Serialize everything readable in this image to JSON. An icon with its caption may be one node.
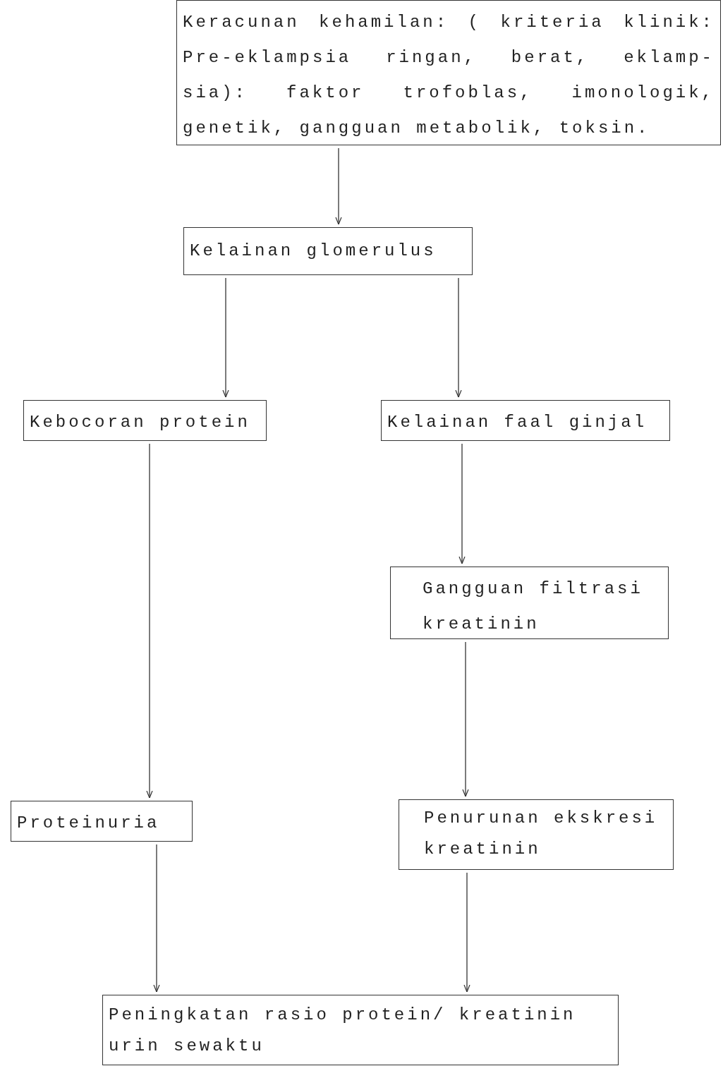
{
  "diagram": {
    "nodes": [
      {
        "text": [
          "Keracunan kehamilan: ( kriteria klinik: Pre-eklampsia ringan, berat, eklamp- sia): faktor trofoblas, imonologik, genetik, gangguan metabolik, toksin."
        ]
      },
      {
        "text": [
          "Kelainan glomerulus"
        ]
      },
      {
        "text": [
          "Kebocoran protein"
        ]
      },
      {
        "text": [
          "Kelainan faal ginjal"
        ]
      },
      {
        "text": [
          "Gangguan filtrasi kreatinin"
        ]
      },
      {
        "text": [
          "Proteinuria"
        ]
      },
      {
        "text": [
          "Penurunan ekskresi kreatinin"
        ]
      },
      {
        "text": [
          "Peningkatan rasio protein/ kreatinin urin sewaktu"
        ]
      }
    ],
    "edges": [
      {
        "from": 0,
        "to": 1,
        "arrow": "to"
      },
      {
        "from": 1,
        "to": 2,
        "arrow": "to"
      },
      {
        "from": 1,
        "to": 3,
        "arrow": "to"
      },
      {
        "from": 2,
        "to": 5,
        "arrow": "to"
      },
      {
        "from": 3,
        "to": 4,
        "arrow": "to"
      },
      {
        "from": 4,
        "to": 6,
        "arrow": "to"
      },
      {
        "from": 5,
        "to": 7,
        "arrow": "to"
      },
      {
        "from": 6,
        "to": 7,
        "arrow": "to"
      }
    ]
  }
}
